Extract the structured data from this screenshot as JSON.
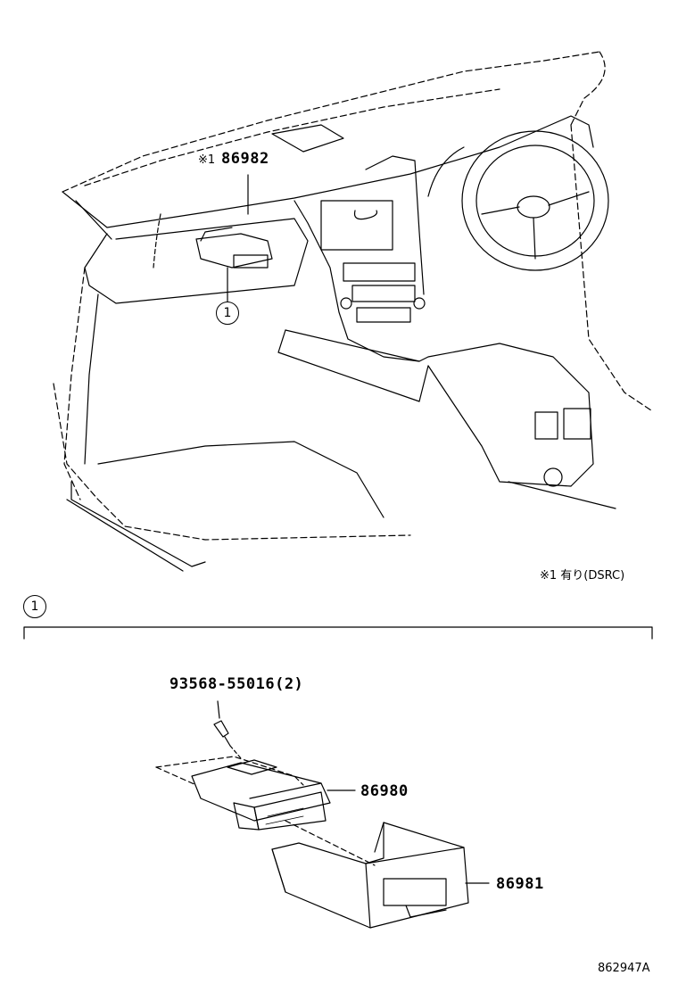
{
  "callouts": {
    "upper_part": "86982",
    "upper_part_mark": "※1",
    "part_a": "86980",
    "part_b": "86981",
    "screw": "93568-55016(2)"
  },
  "reference_mark": "1",
  "footnote": "※1 有り(DSRC)",
  "diagram_code": "862947A"
}
